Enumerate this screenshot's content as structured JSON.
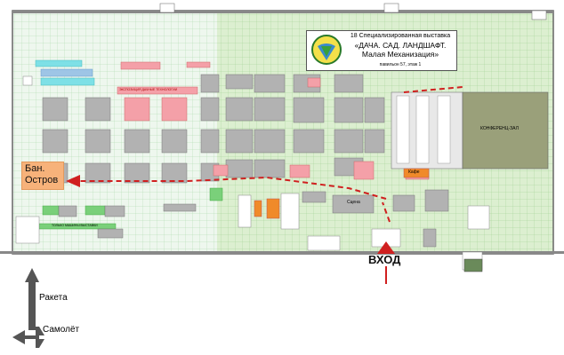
{
  "title": {
    "line1": "18 Специализированная выставка",
    "line2": "«ДАЧА. САД. ЛАНДШАФТ.",
    "line3": "Малая Механизация»",
    "line4": "павильон 57, этаж 1"
  },
  "labels": {
    "island": "Бан.\nОстров",
    "entrance": "ВХОД",
    "rocket": "Ракета",
    "plane": "Самолёт",
    "conference": "КОНФЕРЕНЦ-ЗАЛ",
    "cafe": "Кафе",
    "stage": "Сцена",
    "parking_info": "ТОЛЬКО МАШИНЫ ВЫСТАВКИ",
    "dacha_zone": "ЭКСПОЗИЦИЯ ДАЧНЫЕ ТЕХНОЛОГИИ"
  },
  "colors": {
    "grid_left": "#e6f3e6",
    "grid_right": "#d6ecc6",
    "grid_line": "#9fd19f",
    "booth_gray": "#a8a8a8",
    "booth_pink": "#f4a0a8",
    "booth_cyan": "#7ee0e6",
    "booth_green": "#7ad07a",
    "booth_orange": "#f08a2a",
    "conference": "#9aa07a",
    "route": "#d02020",
    "island": "#f7b27a"
  },
  "icons": [
    "rocket-arrow-icon",
    "plane-icon",
    "route-arrow-icon",
    "entrance-arrow-icon",
    "exhibition-logo-icon",
    "photo-thumbnail-icon"
  ]
}
